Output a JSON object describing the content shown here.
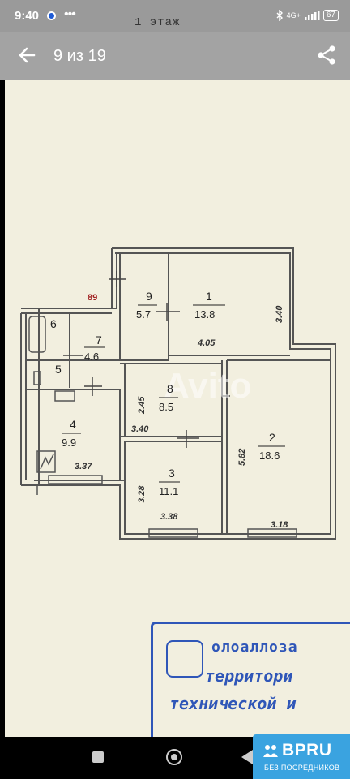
{
  "status_bar": {
    "time": "9:40",
    "indicator_dots": "•••",
    "network": "4G+",
    "battery": "67"
  },
  "toolbar": {
    "counter": "9 из 19"
  },
  "document": {
    "floor_header": "1 этаж",
    "apartment_code": "89",
    "rooms": [
      {
        "number": "1",
        "area": "13.8"
      },
      {
        "number": "2",
        "area": "18.6"
      },
      {
        "number": "3",
        "area": "11.1"
      },
      {
        "number": "4",
        "area": "9.9"
      },
      {
        "number": "5",
        "area": ""
      },
      {
        "number": "6",
        "area": ""
      },
      {
        "number": "7",
        "area": "4.6"
      },
      {
        "number": "8",
        "area": "8.5"
      },
      {
        "number": "9",
        "area": "5.7"
      }
    ],
    "dimensions": {
      "room1_width": "4.05",
      "room1_height": "3.40",
      "room2_width": "3.18",
      "room2_height": "5.82",
      "room3_width": "3.38",
      "room3_height": "3.28",
      "room4_width": "3.37",
      "room8_width": "3.40",
      "room8_height": "2.45"
    },
    "stamp_lines": [
      "олоаллоза",
      "территори",
      "технической и"
    ]
  },
  "badge": {
    "logo": "BPRU",
    "tagline": "БЕЗ ПОСРЕДНИКОВ"
  },
  "colors": {
    "status_bar": "#9a9a9a",
    "toolbar": "#a3a3a3",
    "paper": "#f2efdf",
    "stamp": "#2f56b8",
    "badge": "#3aa3e0"
  }
}
